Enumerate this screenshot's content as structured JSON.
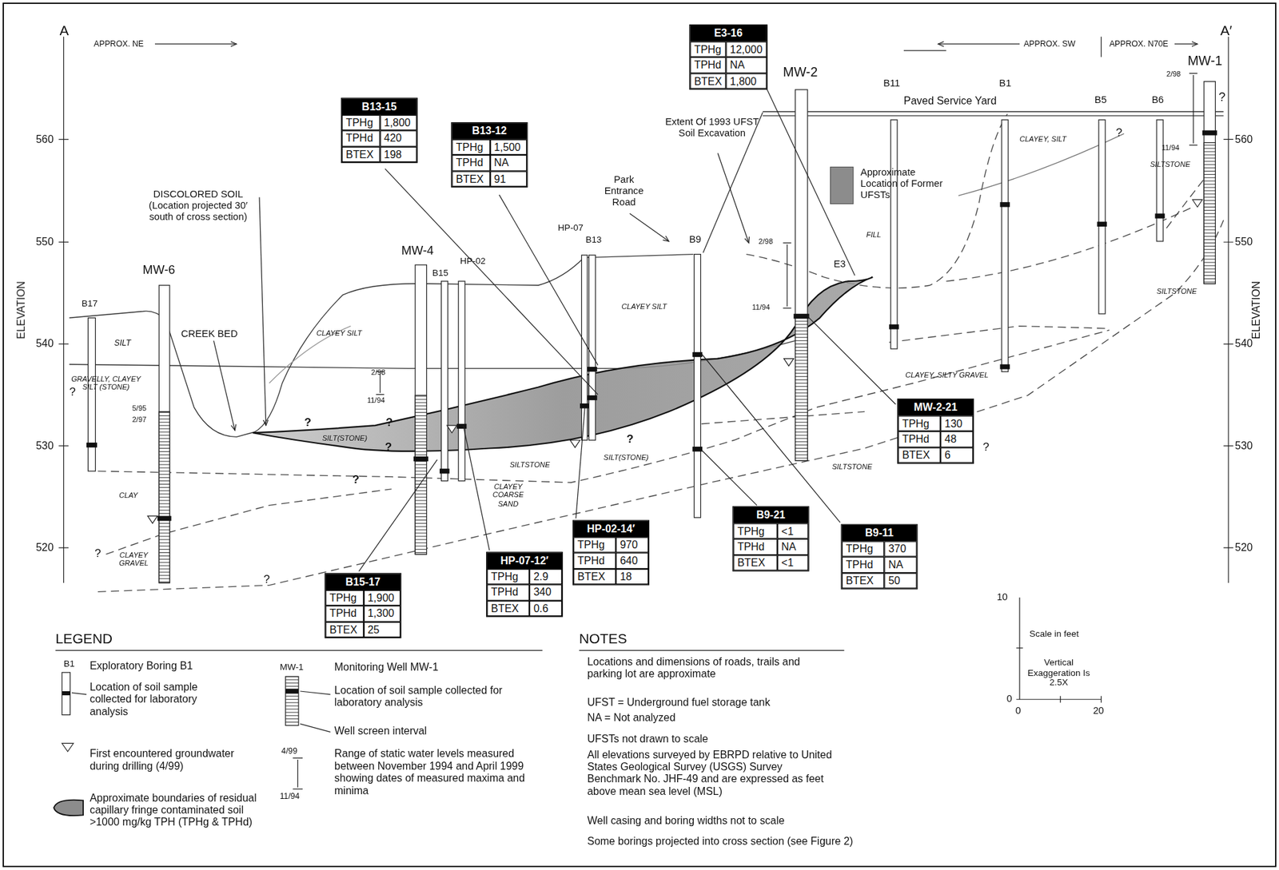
{
  "diagram": {
    "nodes": [
      {
        "text": [
          "E3-16",
          "TPHg",
          "12,000",
          "TPHd",
          "NA",
          "BTEX",
          "1,800"
        ]
      },
      {
        "text": [
          "B13-15",
          "TPHg",
          "1,800",
          "TPHd",
          "420",
          "BTEX",
          "198"
        ]
      },
      {
        "text": [
          "B13-12",
          "TPHg",
          "1,500",
          "TPHd",
          "NA",
          "BTEX",
          "91"
        ]
      },
      {
        "text": [
          "MW-2-21",
          "TPHg",
          "130",
          "TPHd",
          "48",
          "BTEX",
          "6"
        ]
      },
      {
        "text": [
          "B9-21",
          "TPHg",
          "<1",
          "TPHd",
          "NA",
          "BTEX",
          "<1"
        ]
      },
      {
        "text": [
          "HP-02-14′",
          "TPHg",
          "970",
          "TPHd",
          "640",
          "BTEX",
          "18"
        ]
      },
      {
        "text": [
          "B9-11",
          "TPHg",
          "370",
          "TPHd",
          "NA",
          "BTEX",
          "50"
        ]
      },
      {
        "text": [
          "HP-07-12′",
          "TPHg",
          "2.9",
          "TPHd",
          "340",
          "BTEX",
          "0.6"
        ]
      },
      {
        "text": [
          "B15-17",
          "TPHg",
          "1,900",
          "TPHd",
          "1,300",
          "BTEX",
          "25"
        ]
      }
    ],
    "labels": [
      "A",
      "APPROX. NE",
      "APPROX. SW",
      "APPROX. N70E",
      "A′",
      "ELEVATION",
      "ELEVATION",
      "560",
      "550",
      "540",
      "530",
      "520",
      "560",
      "550",
      "540",
      "530",
      "520",
      "MW-6",
      "B17",
      "SILT",
      "GRAVELLY, CLAYEY SILT (STONE)",
      "CREEK BED",
      "DISCOLORED SOIL (Location projected 30′ south of cross section)",
      "5/95",
      "2/97",
      "CLAY",
      "CLAYEY GRAVEL",
      "MW-4",
      "B15",
      "HP-02",
      "HP-07",
      "B13",
      "CLAYEY SILT",
      "2/98",
      "11/94",
      "CLAYEY SILT",
      "SILT(STONE)",
      "SILT(STONE)",
      "SILTSTONE",
      "CLAYEY COARSE SAND",
      "Park Entrance Road",
      "B9",
      "Extent Of 1993 UFST Soil Excavation",
      "2/98",
      "11/94",
      "E3",
      "MW-2",
      "B11",
      "B1",
      "B5",
      "B6",
      "MW-1",
      "Paved Service Yard",
      "Approximate Location of Former UFSTs",
      "CLAYEY, SILT",
      "SILTSTONE",
      "FILL",
      "CLAYEY, SILTY GRAVEL",
      "SILTSTONE",
      "SILTSTONE",
      "2/98",
      "11/94",
      "?",
      "?",
      "?",
      "?",
      "?",
      "?",
      "?",
      "?",
      "?",
      "?",
      "?",
      "LEGEND",
      "B1",
      "MW-1",
      "4/99",
      "11/94",
      "NOTES",
      "Locations and dimensions of roads, trails and parking lot are approximate",
      "UFST = Underground fuel storage tank",
      "NA = Not analyzed",
      "UFSTs not drawn to scale",
      "All elevations surveyed by EBRPD relative to United States Geological Survey (USGS) Survey Benchmark No. JHF-49 and are expressed as feet above mean sea level (MSL)",
      "Well casing and boring widths not to scale",
      "Some borings projected into cross section (see Figure 2)",
      "10",
      "0",
      "0",
      "20",
      "Scale in feet",
      "Vertical Exaggeration Is 2.5X"
    ],
    "legend": [
      {
        "text": "Exploratory Boring B1"
      },
      {
        "text": "Location of soil sample collected for laboratory analysis"
      },
      {
        "text": "First encountered groundwater during drilling (4/99)"
      },
      {
        "text": "Approximate boundaries of residual capillary fringe contaminated soil >1000 mg/kg TPH (TPHg & TPHd)",
        "color": "#8c8c8c"
      },
      {
        "text": "Monitoring Well MW-1"
      },
      {
        "text": "Location of soil sample collected for laboratory analysis"
      },
      {
        "text": "Well screen interval"
      },
      {
        "text": "Range of static water levels measured between November 1994 and April 1999 showing dates of measured maxima and minima"
      }
    ]
  }
}
